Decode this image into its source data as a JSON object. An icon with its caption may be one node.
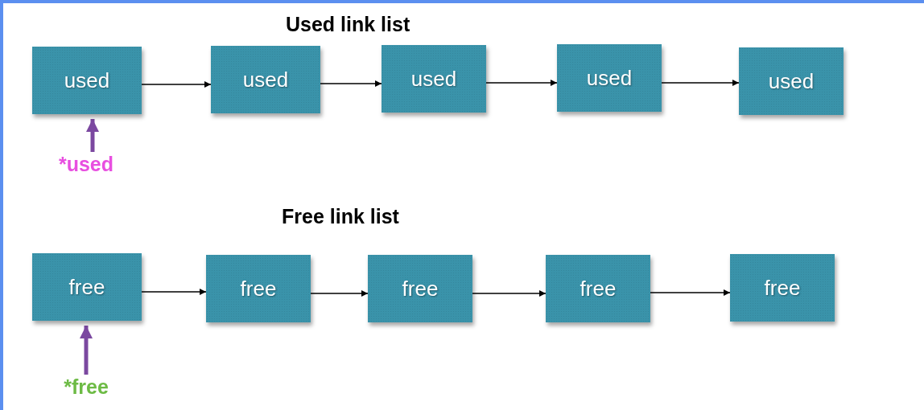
{
  "diagram": {
    "nodes": [
      {
        "text": [
          "used"
        ]
      },
      {
        "text": [
          "used"
        ]
      },
      {
        "text": [
          "used"
        ]
      },
      {
        "text": [
          "used"
        ]
      },
      {
        "text": [
          "used"
        ]
      },
      {
        "text": [
          "*used"
        ]
      },
      {
        "text": [
          "free"
        ]
      },
      {
        "text": [
          "free"
        ]
      },
      {
        "text": [
          "free"
        ]
      },
      {
        "text": [
          "free"
        ]
      },
      {
        "text": [
          "free"
        ]
      },
      {
        "text": [
          "*free"
        ]
      }
    ],
    "edges": [
      {
        "from": 0,
        "to": 1,
        "arrow": "to"
      },
      {
        "from": 1,
        "to": 2,
        "arrow": "to"
      },
      {
        "from": 2,
        "to": 3,
        "arrow": "to"
      },
      {
        "from": 3,
        "to": 4,
        "arrow": "to"
      },
      {
        "from": 5,
        "to": 0,
        "arrow": "to",
        "style": "thick",
        "color": "#7b48a0"
      },
      {
        "from": 6,
        "to": 7,
        "arrow": "to"
      },
      {
        "from": 7,
        "to": 8,
        "arrow": "to"
      },
      {
        "from": 8,
        "to": 9,
        "arrow": "to"
      },
      {
        "from": 9,
        "to": 10,
        "arrow": "to"
      },
      {
        "from": 11,
        "to": 6,
        "arrow": "to",
        "style": "thick",
        "color": "#7b48a0"
      }
    ],
    "labels": [
      "Used link list",
      "Free link list"
    ]
  }
}
